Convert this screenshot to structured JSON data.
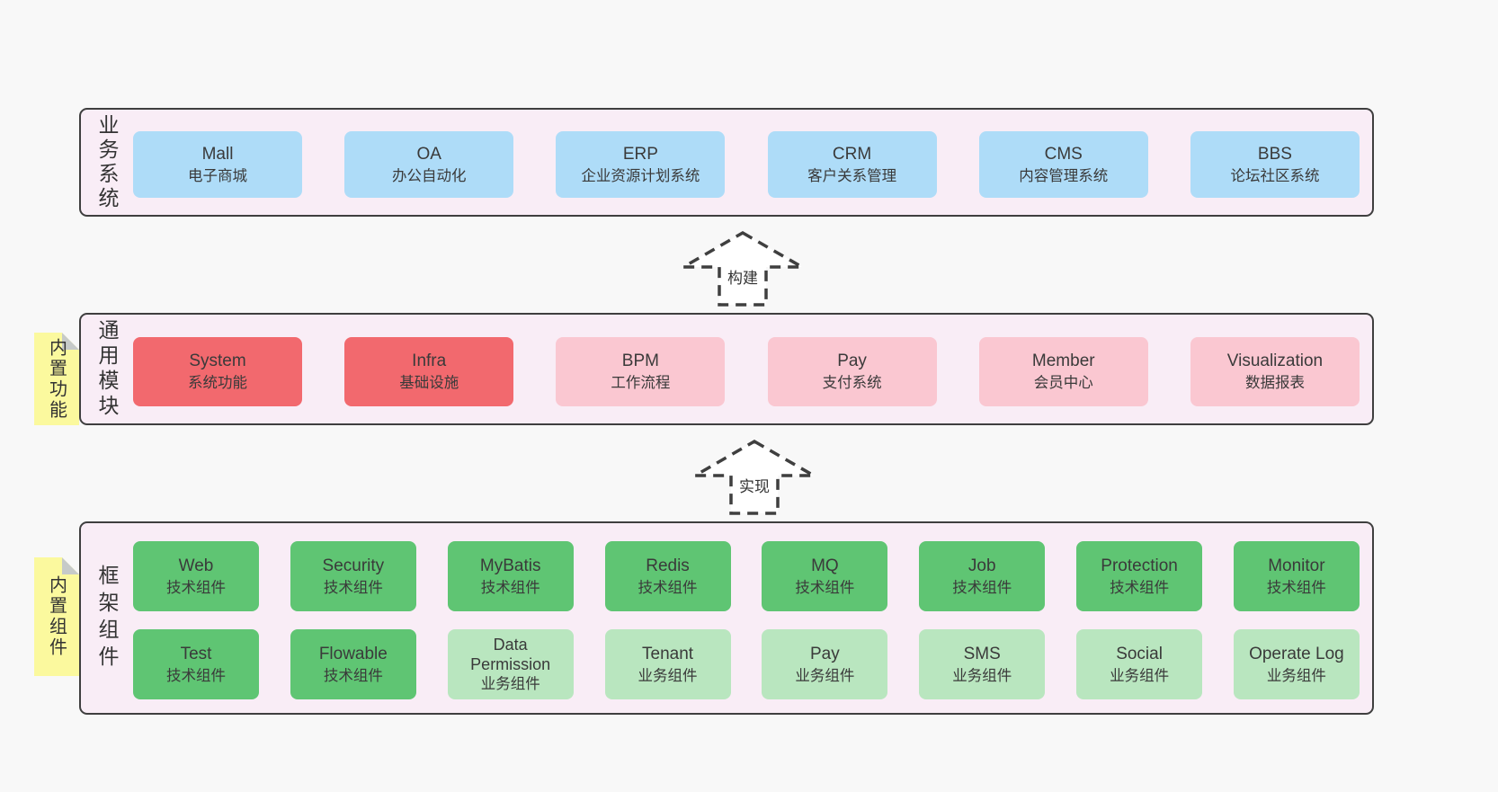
{
  "colors": {
    "page_bg": "#f8f8f8",
    "layer_bg": "#f9edf6",
    "layer_border": "#3f3f3f",
    "blue_box": "#aedcf8",
    "red_box": "#f2696e",
    "pink_box": "#fac7d1",
    "green_box": "#5fc573",
    "light_green_box": "#b9e6bf",
    "sticky_note": "#fbf99e",
    "sticky_fold": "#c6cac9",
    "arrow_stroke": "#3f3f3f"
  },
  "arrows": [
    {
      "label": "构建"
    },
    {
      "label": "实现"
    }
  ],
  "layers": [
    {
      "label": "业务系统",
      "boxes": [
        {
          "title": "Mall",
          "subtitle": "电子商城",
          "variant": "blue"
        },
        {
          "title": "OA",
          "subtitle": "办公自动化",
          "variant": "blue"
        },
        {
          "title": "ERP",
          "subtitle": "企业资源计划系统",
          "variant": "blue"
        },
        {
          "title": "CRM",
          "subtitle": "客户关系管理",
          "variant": "blue"
        },
        {
          "title": "CMS",
          "subtitle": "内容管理系统",
          "variant": "blue"
        },
        {
          "title": "BBS",
          "subtitle": "论坛社区系统",
          "variant": "blue"
        }
      ]
    },
    {
      "label": "通用模块",
      "tab": "内置功能",
      "boxes": [
        {
          "title": "System",
          "subtitle": "系统功能",
          "variant": "red"
        },
        {
          "title": "Infra",
          "subtitle": "基础设施",
          "variant": "red"
        },
        {
          "title": "BPM",
          "subtitle": "工作流程",
          "variant": "pink"
        },
        {
          "title": "Pay",
          "subtitle": "支付系统",
          "variant": "pink"
        },
        {
          "title": "Member",
          "subtitle": "会员中心",
          "variant": "pink"
        },
        {
          "title": "Visualization",
          "subtitle": "数据报表",
          "variant": "pink"
        }
      ]
    },
    {
      "label": "框架组件",
      "tab": "内置组件",
      "rows": [
        [
          {
            "title": "Web",
            "subtitle": "技术组件",
            "variant": "green"
          },
          {
            "title": "Security",
            "subtitle": "技术组件",
            "variant": "green"
          },
          {
            "title": "MyBatis",
            "subtitle": "技术组件",
            "variant": "green"
          },
          {
            "title": "Redis",
            "subtitle": "技术组件",
            "variant": "green"
          },
          {
            "title": "MQ",
            "subtitle": "技术组件",
            "variant": "green"
          },
          {
            "title": "Job",
            "subtitle": "技术组件",
            "variant": "green"
          },
          {
            "title": "Protection",
            "subtitle": "技术组件",
            "variant": "green"
          },
          {
            "title": "Monitor",
            "subtitle": "技术组件",
            "variant": "green"
          }
        ],
        [
          {
            "title": "Test",
            "subtitle": "技术组件",
            "variant": "green"
          },
          {
            "title": "Flowable",
            "subtitle": "技术组件",
            "variant": "green"
          },
          {
            "title": "Data Permission",
            "subtitle": "业务组件",
            "variant": "lightgreen"
          },
          {
            "title": "Tenant",
            "subtitle": "业务组件",
            "variant": "lightgreen"
          },
          {
            "title": "Pay",
            "subtitle": "业务组件",
            "variant": "lightgreen"
          },
          {
            "title": "SMS",
            "subtitle": "业务组件",
            "variant": "lightgreen"
          },
          {
            "title": "Social",
            "subtitle": "业务组件",
            "variant": "lightgreen"
          },
          {
            "title": "Operate Log",
            "subtitle": "业务组件",
            "variant": "lightgreen"
          }
        ]
      ]
    }
  ]
}
